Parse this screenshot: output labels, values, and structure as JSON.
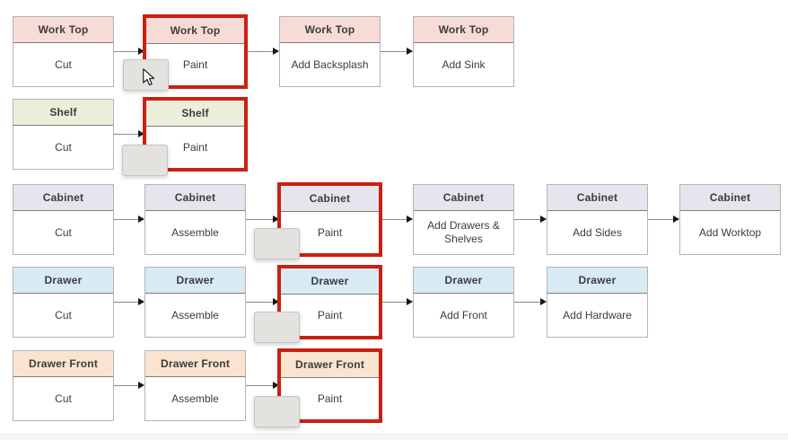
{
  "palette": {
    "highlight_border": "#cb2011",
    "box_border": "#b5b3b2",
    "arrow_line": "#8a8a8a",
    "arrow_head": "#161616",
    "ghost_fill": "#e3e2df",
    "text": "#3d3d3d"
  },
  "icons": {
    "cursor": "arrow-pointer"
  },
  "rows": [
    {
      "product": "Work Top",
      "header_color": "#f7dbd7",
      "steps": [
        {
          "title": "Work Top",
          "task": "Cut",
          "highlighted": false
        },
        {
          "title": "Work Top",
          "task": "Paint",
          "highlighted": true
        },
        {
          "title": "Work Top",
          "task": "Add Backsplash",
          "highlighted": false
        },
        {
          "title": "Work Top",
          "task": "Add Sink",
          "highlighted": false
        }
      ]
    },
    {
      "product": "Shelf",
      "header_color": "#ebeeda",
      "steps": [
        {
          "title": "Shelf",
          "task": "Cut",
          "highlighted": false
        },
        {
          "title": "Shelf",
          "task": "Paint",
          "highlighted": true
        }
      ]
    },
    {
      "product": "Cabinet",
      "header_color": "#e6e5ee",
      "steps": [
        {
          "title": "Cabinet",
          "task": "Cut",
          "highlighted": false
        },
        {
          "title": "Cabinet",
          "task": "Assemble",
          "highlighted": false
        },
        {
          "title": "Cabinet",
          "task": "Paint",
          "highlighted": true
        },
        {
          "title": "Cabinet",
          "task": "Add Drawers & Shelves",
          "highlighted": false
        },
        {
          "title": "Cabinet",
          "task": "Add Sides",
          "highlighted": false
        },
        {
          "title": "Cabinet",
          "task": "Add Worktop",
          "highlighted": false
        }
      ]
    },
    {
      "product": "Drawer",
      "header_color": "#d8ebf4",
      "steps": [
        {
          "title": "Drawer",
          "task": "Cut",
          "highlighted": false
        },
        {
          "title": "Drawer",
          "task": "Assemble",
          "highlighted": false
        },
        {
          "title": "Drawer",
          "task": "Paint",
          "highlighted": true
        },
        {
          "title": "Drawer",
          "task": "Add Front",
          "highlighted": false
        },
        {
          "title": "Drawer",
          "task": "Add Hardware",
          "highlighted": false
        }
      ]
    },
    {
      "product": "Drawer Front",
      "header_color": "#fae4d0",
      "steps": [
        {
          "title": "Drawer Front",
          "task": "Cut",
          "highlighted": false
        },
        {
          "title": "Drawer Front",
          "task": "Assemble",
          "highlighted": false
        },
        {
          "title": "Drawer Front",
          "task": "Paint",
          "highlighted": true
        }
      ]
    }
  ]
}
